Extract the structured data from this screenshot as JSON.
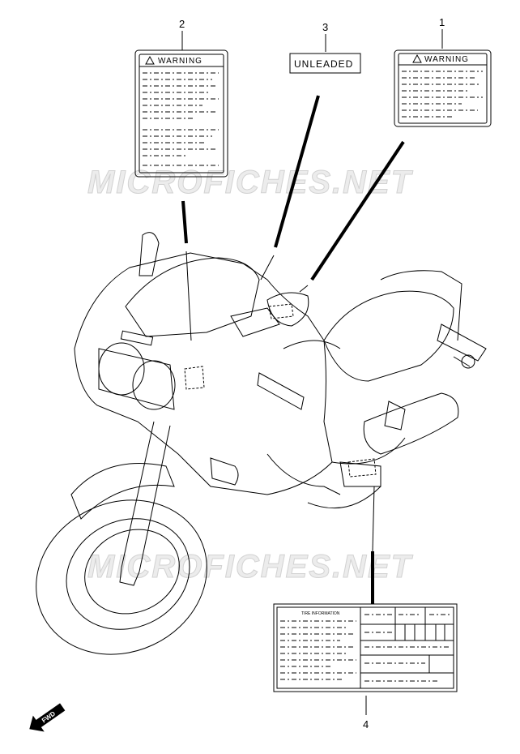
{
  "watermark": "MICROFICHES.NET",
  "callouts": [
    {
      "number": "1",
      "label_text": "WARNING"
    },
    {
      "number": "2",
      "label_text": "WARNING"
    },
    {
      "number": "3",
      "label_text": "UNLEADED"
    },
    {
      "number": "4",
      "label_text": "TIRE INFORMATION"
    }
  ],
  "fwd_arrow": "FWD",
  "icons": {
    "warning": "warning-triangle-icon",
    "fwd": "fwd-arrow-icon"
  },
  "colors": {
    "line": "#000000",
    "watermark": "#d2d2d2",
    "background": "#ffffff"
  }
}
